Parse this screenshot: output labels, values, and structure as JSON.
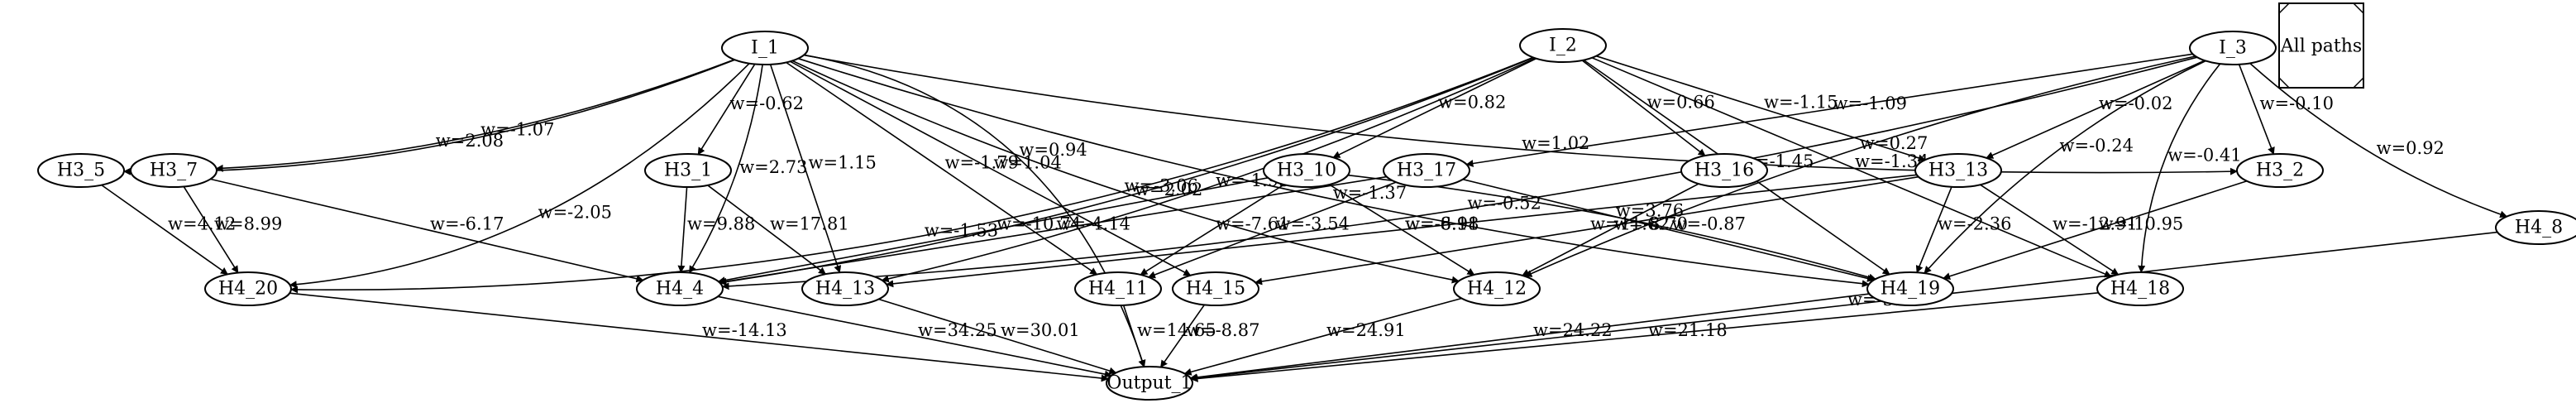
{
  "legend": {
    "label": "All paths"
  },
  "nodes": [
    {
      "id": "I_1",
      "label": "I_1"
    },
    {
      "id": "I_2",
      "label": "I_2"
    },
    {
      "id": "I_3",
      "label": "I_3"
    },
    {
      "id": "H3_5",
      "label": "H3_5"
    },
    {
      "id": "H3_7",
      "label": "H3_7"
    },
    {
      "id": "H3_1",
      "label": "H3_1"
    },
    {
      "id": "H3_10",
      "label": "H3_10"
    },
    {
      "id": "H3_17",
      "label": "H3_17"
    },
    {
      "id": "H3_16",
      "label": "H3_16"
    },
    {
      "id": "H3_13",
      "label": "H3_13"
    },
    {
      "id": "H3_2",
      "label": "H3_2"
    },
    {
      "id": "H4_8",
      "label": "H4_8"
    },
    {
      "id": "H4_20",
      "label": "H4_20"
    },
    {
      "id": "H4_4",
      "label": "H4_4"
    },
    {
      "id": "H4_13",
      "label": "H4_13"
    },
    {
      "id": "H4_11",
      "label": "H4_11"
    },
    {
      "id": "H4_15",
      "label": "H4_15"
    },
    {
      "id": "H4_12",
      "label": "H4_12"
    },
    {
      "id": "H4_19",
      "label": "H4_19"
    },
    {
      "id": "H4_18",
      "label": "H4_18"
    },
    {
      "id": "Output_1",
      "label": "Output_1"
    }
  ],
  "edges": [
    {
      "from": "I_1",
      "to": "H3_5",
      "label": "w=2.08"
    },
    {
      "from": "I_1",
      "to": "H3_7",
      "label": "w=-1.07"
    },
    {
      "from": "I_1",
      "to": "H4_20",
      "label": "w=-2.05"
    },
    {
      "from": "I_1",
      "to": "Output_1",
      "label": "w=0.94"
    },
    {
      "from": "I_1",
      "to": "H4_4",
      "label": "w=2.73"
    },
    {
      "from": "I_1",
      "to": "H3_1",
      "label": "w=-0.62"
    },
    {
      "from": "I_1",
      "to": "H4_13",
      "label": "w=1.15"
    },
    {
      "from": "I_1",
      "to": "H4_11",
      "label": "w=-1.79"
    },
    {
      "from": "I_1",
      "to": "H4_15",
      "label": "w=1.04"
    },
    {
      "from": "I_1",
      "to": "H4_12",
      "label": "w=-3.06"
    },
    {
      "from": "I_1",
      "to": "H4_19",
      "label": "w=-1.37"
    },
    {
      "from": "I_1",
      "to": "H3_2",
      "label": "w=1.02"
    },
    {
      "from": "I_2",
      "to": "H4_20",
      "label": "w=-1.53"
    },
    {
      "from": "I_2",
      "to": "H4_4",
      "label": "w=2.02"
    },
    {
      "from": "I_2",
      "to": "H4_13",
      "label": "w=-1.95"
    },
    {
      "from": "I_2",
      "to": "H3_10",
      "label": "w=0.82"
    },
    {
      "from": "I_2",
      "to": "H3_16",
      "label": "w=0.66"
    },
    {
      "from": "I_2",
      "to": "H4_19",
      "label": "w=-1.45"
    },
    {
      "from": "I_2",
      "to": "H3_13",
      "label": "w=-1.15"
    },
    {
      "from": "I_2",
      "to": "H4_18",
      "label": "w=-1.34"
    },
    {
      "from": "I_3",
      "to": "H4_4",
      "label": "w=-0.52"
    },
    {
      "from": "I_3",
      "to": "H3_17",
      "label": "w=-1.09"
    },
    {
      "from": "I_3",
      "to": "H3_13",
      "label": "w=-0.02"
    },
    {
      "from": "I_3",
      "to": "H4_12",
      "label": "w=0.27"
    },
    {
      "from": "I_3",
      "to": "H3_2",
      "label": "w=-0.10"
    },
    {
      "from": "I_3",
      "to": "H4_19",
      "label": "w=-0.24"
    },
    {
      "from": "I_3",
      "to": "H4_18",
      "label": "w=-0.41"
    },
    {
      "from": "I_3",
      "to": "H4_8",
      "label": "w=0.92"
    },
    {
      "from": "H3_5",
      "to": "H4_20",
      "label": "w=4.12"
    },
    {
      "from": "H3_7",
      "to": "H4_20",
      "label": "w=8.99"
    },
    {
      "from": "H3_7",
      "to": "H4_4",
      "label": "w=-6.17"
    },
    {
      "from": "H3_1",
      "to": "H4_4",
      "label": "w=9.88"
    },
    {
      "from": "H3_1",
      "to": "H4_13",
      "label": "w=17.81"
    },
    {
      "from": "H3_10",
      "to": "H4_4",
      "label": "w=-10.74"
    },
    {
      "from": "H3_10",
      "to": "H4_11",
      "label": "w=-7.61"
    },
    {
      "from": "H3_10",
      "to": "H4_12",
      "label": "w=-8.91"
    },
    {
      "from": "H3_10",
      "to": "H4_19",
      "label": "w=3.76"
    },
    {
      "from": "H3_17",
      "to": "H4_4",
      "label": "w=-4.14"
    },
    {
      "from": "H3_17",
      "to": "H4_11",
      "label": "w=-3.54"
    },
    {
      "from": "H3_17",
      "to": "H4_19",
      "label": "w=-0.87"
    },
    {
      "from": "H3_16",
      "to": "H4_12",
      "label": "w=-8.70"
    },
    {
      "from": "H3_13",
      "to": "H4_13",
      "label": "w=-6.18"
    },
    {
      "from": "H3_13",
      "to": "H4_15",
      "label": "w=11.62"
    },
    {
      "from": "H3_13",
      "to": "H4_19",
      "label": "w=-2.36"
    },
    {
      "from": "H3_13",
      "to": "H4_18",
      "label": "w=-12.91"
    },
    {
      "from": "H3_2",
      "to": "H4_19",
      "label": "w=-10.95"
    },
    {
      "from": "H4_8",
      "to": "Output_1",
      "label": "w=-3.23"
    },
    {
      "from": "H4_20",
      "to": "Output_1",
      "label": "w=-14.13"
    },
    {
      "from": "H4_4",
      "to": "Output_1",
      "label": "w=34.25"
    },
    {
      "from": "H4_13",
      "to": "Output_1",
      "label": "w=30.01"
    },
    {
      "from": "H4_11",
      "to": "Output_1",
      "label": "w=14.65"
    },
    {
      "from": "H4_15",
      "to": "Output_1",
      "label": "w=-8.87"
    },
    {
      "from": "H4_12",
      "to": "Output_1",
      "label": "w=24.91"
    },
    {
      "from": "H4_19",
      "to": "Output_1",
      "label": "w=24.22"
    },
    {
      "from": "H4_18",
      "to": "Output_1",
      "label": "w=21.18"
    }
  ]
}
